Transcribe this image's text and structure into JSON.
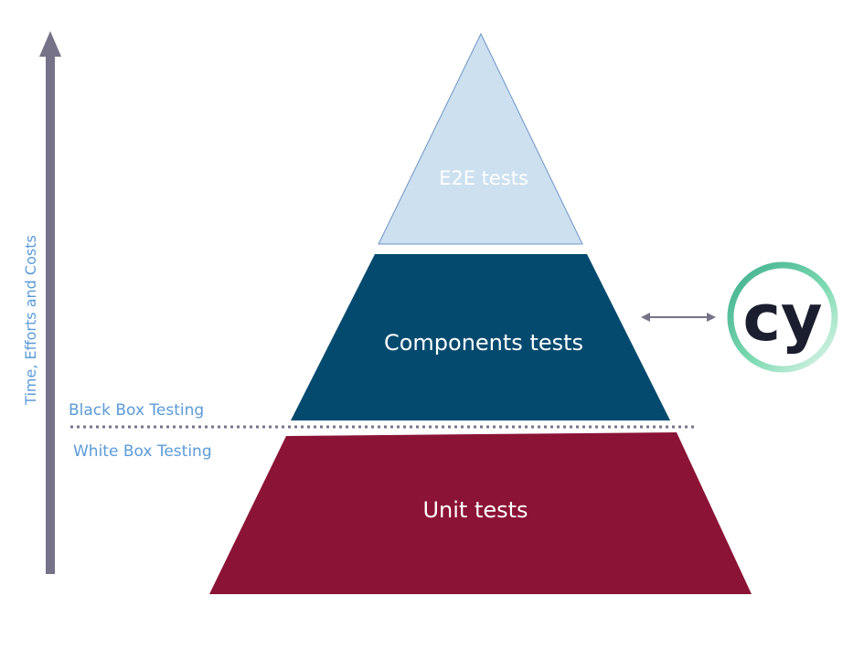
{
  "axis": {
    "label": "Time, Efforts and Costs",
    "color": "#767389"
  },
  "pyramid": {
    "tiers": [
      {
        "label": "E2E tests",
        "color": "#cce0f0",
        "text_color": "#ffffff"
      },
      {
        "label": "Components tests",
        "color": "#044a6f",
        "text_color": "#ffffff"
      },
      {
        "label": "Unit tests",
        "color": "#8b1335",
        "text_color": "#ffffff"
      }
    ]
  },
  "divider": {
    "above_label": "Black Box Testing",
    "below_label": "White Box Testing",
    "label_color": "#5b9bd8",
    "line_color": "#767389"
  },
  "logo": {
    "text": "cy",
    "icon": "cypress-logo-icon",
    "ring_color": "#69d3a7",
    "text_color": "#1b1e2e"
  },
  "connector": {
    "icon": "double-arrow-icon",
    "color": "#767389"
  }
}
